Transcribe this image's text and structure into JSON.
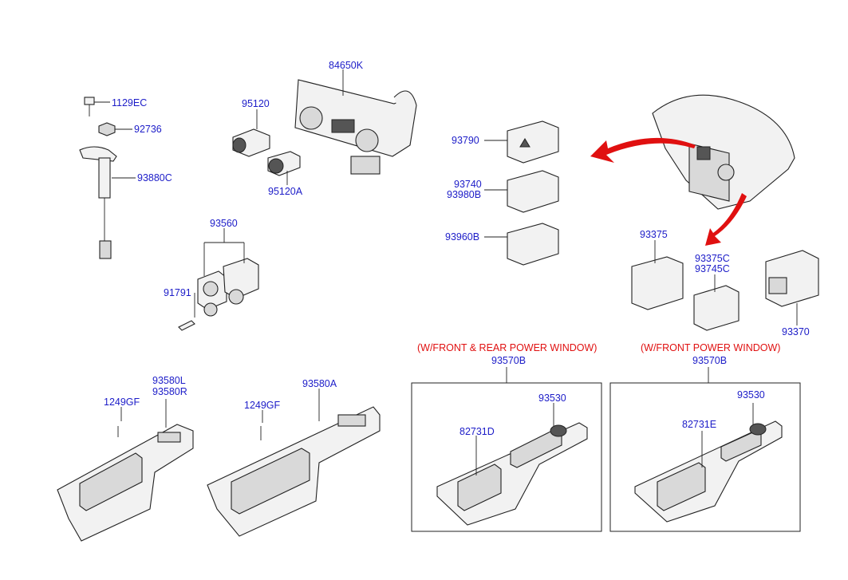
{
  "labels": {
    "p1129EC": "1129EC",
    "p92736": "92736",
    "p93880C": "93880C",
    "p95120": "95120",
    "p95120A": "95120A",
    "p84650K": "84650K",
    "p93560": "93560",
    "p91791": "91791",
    "p93790": "93790",
    "p93740": "93740",
    "p93980B": "93980B",
    "p93960B": "93960B",
    "p93375": "93375",
    "p93375C": "93375C",
    "p93745C": "93745C",
    "p93370": "93370",
    "p1249GF_a": "1249GF",
    "p93580L": "93580L",
    "p93580R": "93580R",
    "p1249GF_b": "1249GF",
    "p93580A": "93580A",
    "p93570B_a": "93570B",
    "p93530_a": "93530",
    "p82731D": "82731D",
    "p93570B_b": "93570B",
    "p93530_b": "93530",
    "p82731E": "82731E"
  },
  "notes": {
    "front_rear": "(W/FRONT & REAR POWER WINDOW)",
    "front": "(W/FRONT POWER WINDOW)"
  },
  "colors": {
    "part_number": "#1c1cc8",
    "note": "#e01010",
    "arrow": "#e01010",
    "line": "#222222"
  }
}
